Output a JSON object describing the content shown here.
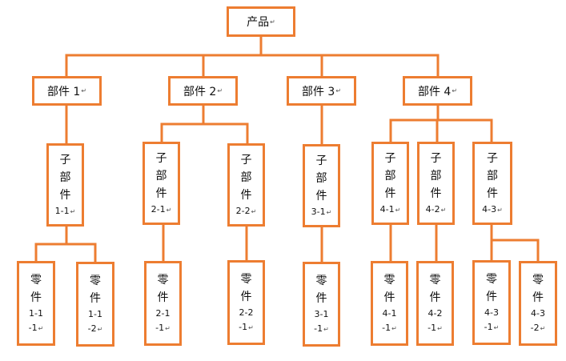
{
  "colors": {
    "stroke": "#ED7D31",
    "text": "#111111",
    "background": "#FFFFFF",
    "mark": "#555555"
  },
  "mark": "↵",
  "root": {
    "label": "产品"
  },
  "parts": [
    {
      "label": "部件 1"
    },
    {
      "label": "部件 2"
    },
    {
      "label": "部件 3"
    },
    {
      "label": "部件 4"
    }
  ],
  "subparts": [
    {
      "lines": [
        "子",
        "部",
        "件",
        "1-1"
      ]
    },
    {
      "lines": [
        "子",
        "部",
        "件",
        "2-1"
      ]
    },
    {
      "lines": [
        "子",
        "部",
        "件",
        "2-2"
      ]
    },
    {
      "lines": [
        "子",
        "部",
        "件",
        "3-1"
      ]
    },
    {
      "lines": [
        "子",
        "部",
        "件",
        "4-1"
      ]
    },
    {
      "lines": [
        "子",
        "部",
        "件",
        "4-2"
      ]
    },
    {
      "lines": [
        "子",
        "部",
        "件",
        "4-3"
      ]
    }
  ],
  "components": [
    {
      "lines": [
        "零",
        "件",
        "1-1",
        "-1"
      ]
    },
    {
      "lines": [
        "零",
        "件",
        "1-1",
        "-2"
      ]
    },
    {
      "lines": [
        "零",
        "件",
        "2-1",
        "-1"
      ]
    },
    {
      "lines": [
        "零",
        "件",
        "2-2",
        "-1"
      ]
    },
    {
      "lines": [
        "零",
        "件",
        "3-1",
        "-1"
      ]
    },
    {
      "lines": [
        "零",
        "件",
        "4-1",
        "-1"
      ]
    },
    {
      "lines": [
        "零",
        "件",
        "4-2",
        "-1"
      ]
    },
    {
      "lines": [
        "零",
        "件",
        "4-3",
        "-1"
      ]
    },
    {
      "lines": [
        "零",
        "件",
        "4-3",
        "-2"
      ]
    }
  ]
}
